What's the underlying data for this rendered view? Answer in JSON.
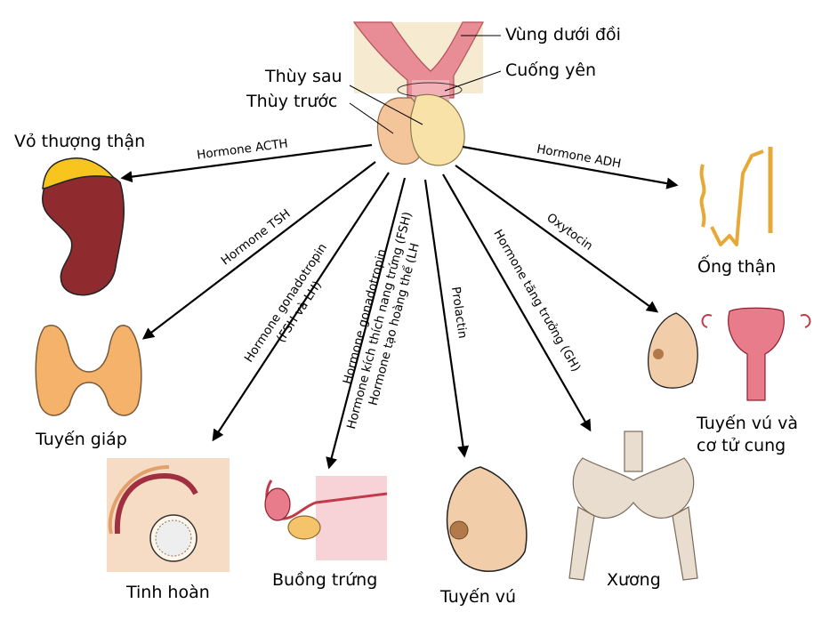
{
  "labels": {
    "hypothalamus": "Vùng dưới đồi",
    "posterior_lobe": "Thùy sau",
    "pituitary_stalk": "Cuống yên",
    "anterior_lobe": "Thùy trước",
    "adrenal_cortex": "Vỏ thượng thận",
    "thyroid": "Tuyến giáp",
    "testis": "Tinh hoàn",
    "ovary": "Buồng trứng",
    "breast": "Tuyến vú",
    "bone": "Xương",
    "kidney_tubule": "Ống thận",
    "breast_uterus_line1": "Tuyến vú và",
    "breast_uterus_line2": "cơ tử cung"
  },
  "hormones": {
    "acth": "Hormone ACTH",
    "adh": "Hormone ADH",
    "tsh": "Hormone TSH",
    "gonadotropin_male_1": "Hormone gonadotropin",
    "gonadotropin_male_2": "(FSH và LH)",
    "gonadotropin_female_1": "Hormone gonadotropin",
    "gonadotropin_female_2": "Hormone kích thích nang trứng (FSH)",
    "gonadotropin_female_3": "Hormone tạo hoàng thể (LH",
    "prolactin": "Prolactin",
    "growth": "Hormone tăng trưởng (GH)",
    "oxytocin": "Oxytocin"
  },
  "colors": {
    "adrenal": "#f7c51d",
    "kidney": "#8f2b2f",
    "thyroid": "#f4b26a",
    "skin": "#f4d0b0",
    "breast_skin": "#f2cda9",
    "uterus": "#e87c8a",
    "bone": "#e9ddcf",
    "tubule": "#e8a836",
    "anterior_lobe": "#f4c49b",
    "posterior_lobe": "#f8e2a8",
    "hypothalamus_bg": "#f6ead1"
  }
}
